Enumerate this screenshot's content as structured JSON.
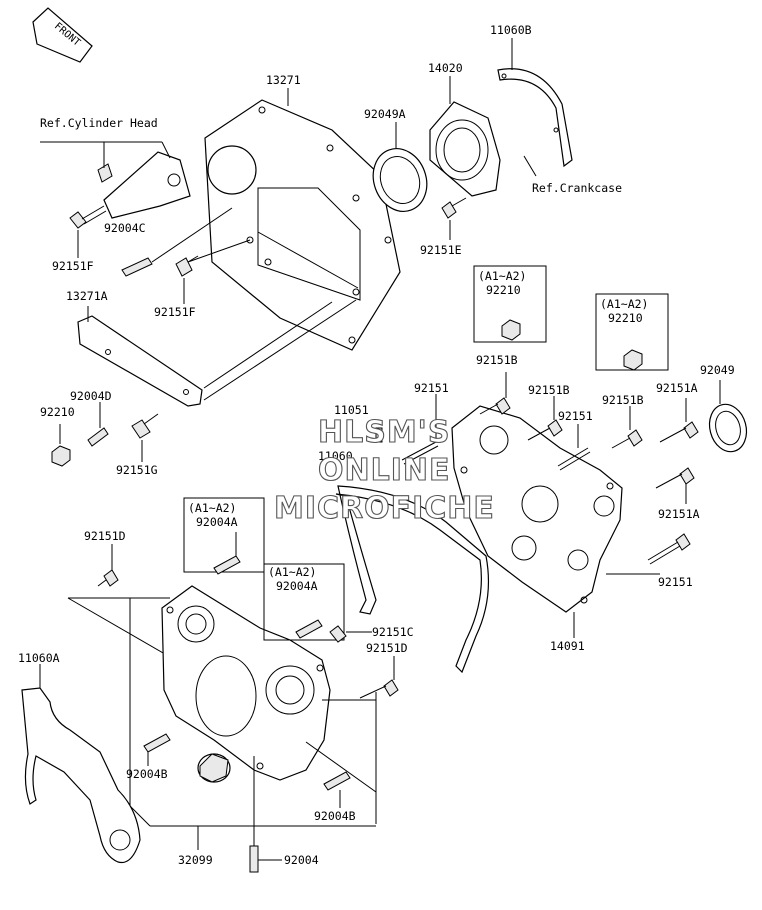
{
  "orientation": {
    "label": "FRONT"
  },
  "part_labels": {
    "p13271": "13271",
    "p13271A": "13271A",
    "p11060B": "11060B",
    "p14020": "14020",
    "p92049A": "92049A",
    "ref_cyl": "Ref.Cylinder Head",
    "ref_crank": "Ref.Crankcase",
    "p92004C": "92004C",
    "p92151F_a": "92151F",
    "p92151F_b": "92151F",
    "p92151E": "92151E",
    "p92004D": "92004D",
    "p92210_left": "92210",
    "p92151G": "92151G",
    "box1_var": "(A1~A2)",
    "box1_part": "92210",
    "box2_var": "(A1~A2)",
    "box2_part": "92210",
    "p92151B_a": "92151B",
    "p92151_a": "92151",
    "p92151B_b": "92151B",
    "p92151_b": "92151",
    "p92151B_c": "92151B",
    "p92151A_a": "92151A",
    "p92049": "92049",
    "p11051": "11051",
    "p11060": "11060",
    "p92151A_b": "92151A",
    "p92151_c": "92151",
    "p14091": "14091",
    "p92151D_a": "92151D",
    "box3_var": "(A1~A2)",
    "box3_part": "92004A",
    "box4_var": "(A1~A2)",
    "box4_part": "92004A",
    "p92151C": "92151C",
    "p92151D_b": "92151D",
    "p11060A": "11060A",
    "p92004B_a": "92004B",
    "p92004B_b": "92004B",
    "p32099": "32099",
    "p92004": "92004"
  },
  "watermark": {
    "line1": "HLSM'S",
    "line2": "ONLINE",
    "line3": "MICROFICHE"
  }
}
